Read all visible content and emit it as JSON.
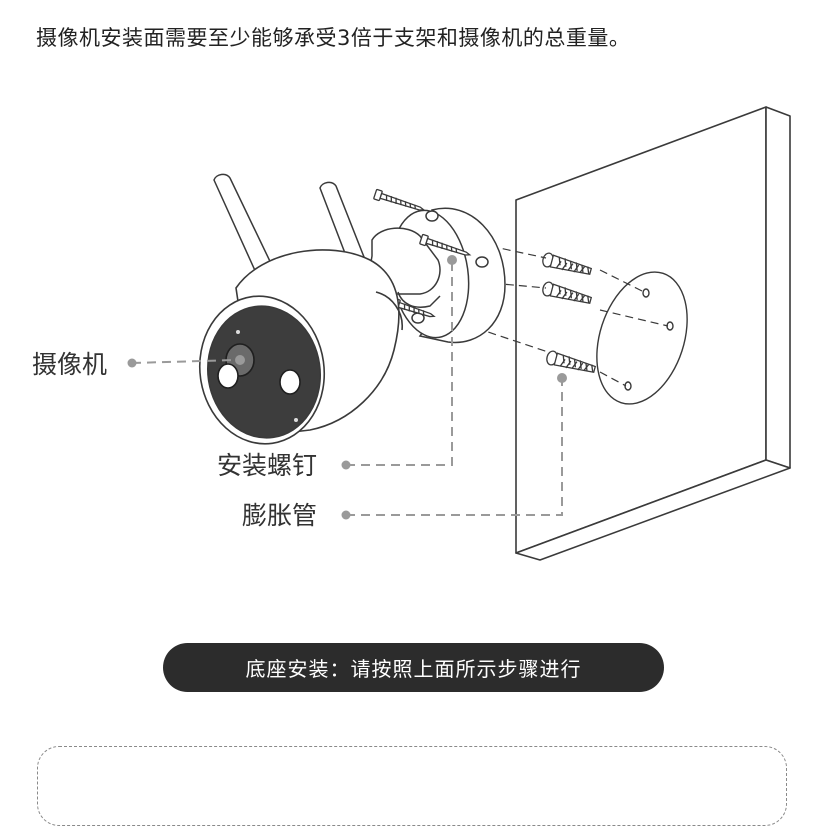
{
  "header": {
    "instruction": "摄像机安装面需要至少能够承受3倍于支架和摄像机的总重量。"
  },
  "diagram": {
    "labels": {
      "camera": "摄像机",
      "mounting_screw": "安装螺钉",
      "expansion_tube": "膨胀管"
    },
    "colors": {
      "line": "#3a3a3a",
      "dashed_leader": "#9a9a9a",
      "wall_fill": "#ffffff",
      "camera_front": "#3d3d3d"
    }
  },
  "banner": {
    "text": "底座安装：请按照上面所示步骤进行",
    "background": "#2c2c2c"
  }
}
